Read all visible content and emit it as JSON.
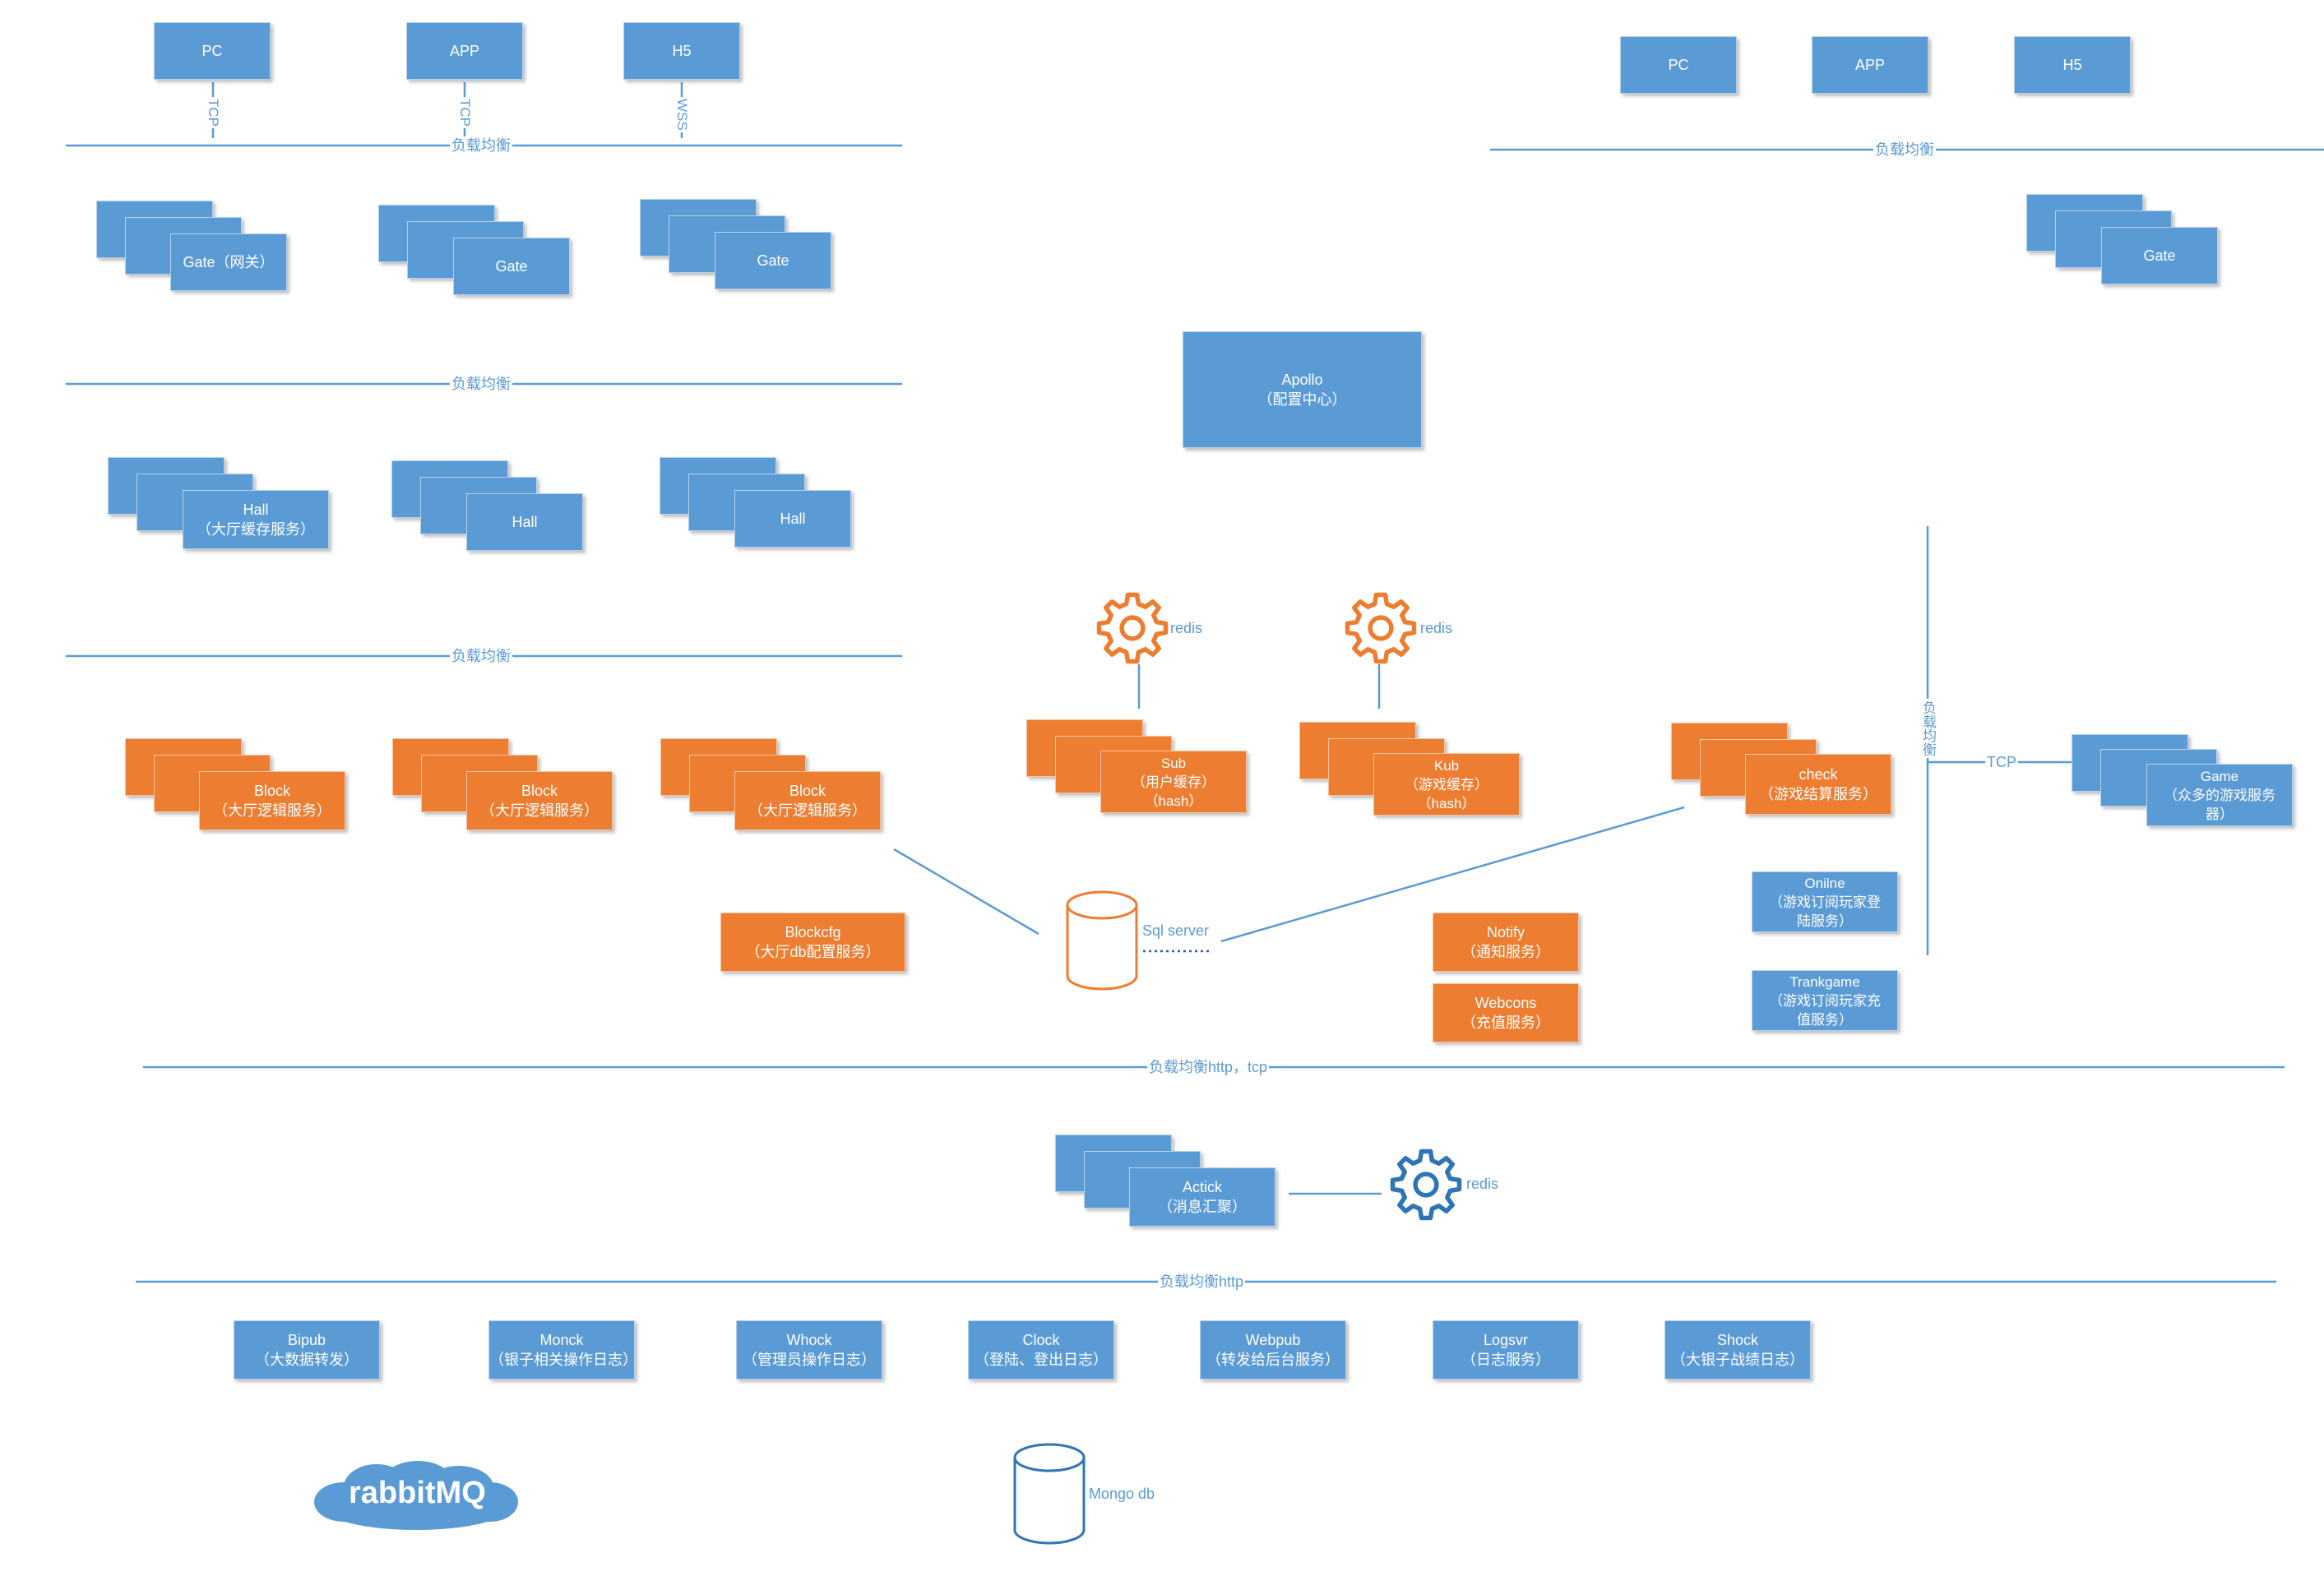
{
  "clients_left": {
    "pc": "PC",
    "app": "APP",
    "h5": "H5"
  },
  "clients_right": {
    "pc": "PC",
    "app": "APP",
    "h5": "H5"
  },
  "protocols": {
    "tcp_pc": "TCP",
    "tcp_app": "TCP",
    "wss_h5": "WSS",
    "tcp_game": "TCP"
  },
  "load_balance": {
    "lb1": "负载均衡",
    "lb2": "负载均衡",
    "lb3": "负载均衡",
    "lb_right": "负载均衡",
    "lb_vertical": "负载均衡",
    "lb_http_tcp": "负载均衡http，tcp",
    "lb_http": "负载均衡http"
  },
  "gates": {
    "g1": "Gate（网关）",
    "g2": "Gate",
    "g3": "Gate",
    "g_right": "Gate"
  },
  "halls": {
    "h1": "Hall\n（大厅缓存服务）",
    "h2": "Hall",
    "h3": "Hall"
  },
  "apollo": "Apollo\n（配置中心）",
  "blocks": {
    "b1": "Block\n（大厅逻辑服务）",
    "b2": "Block\n（大厅逻辑服务）",
    "b3": "Block\n（大厅逻辑服务）"
  },
  "blockcfg": "Blockcfg\n（大厅db配置服务）",
  "redis": {
    "r1": "redis",
    "r2": "redis",
    "r3": "redis"
  },
  "sub": "Sub\n（用户缓存）\n（hash）",
  "kub": "Kub\n（游戏缓存）\n（hash）",
  "sqlserver": "Sql server",
  "check": "check\n（游戏结算服务）",
  "notify": "Notify\n（通知服务）",
  "webcons": "Webcons\n（充值服务）",
  "online": "Onilne\n（游戏订阅玩家登\n陆服务）",
  "trankgame": "Trankgame\n（游戏订阅玩家充\n值服务）",
  "game": "Game\n（众多的游戏服务\n器）",
  "actick": "Actick\n（消息汇聚）",
  "bottom_services": {
    "bipub": "Bipub\n（大数据转发）",
    "monck": "Monck\n（银子相关操作日志）",
    "whock": "Whock\n（管理员操作日志）",
    "clock": "Clock\n（登陆、登出日志）",
    "webpub": "Webpub\n（转发给后台服务）",
    "logsvr": "Logsvr\n（日志服务）",
    "shock": "Shock\n（大银子战绩日志）"
  },
  "mongodb": "Mongo db",
  "rabbitmq": "rabbitMQ",
  "colors": {
    "blue": "#5b9bd5",
    "orange": "#ed7d31",
    "line": "#5b9bd5"
  }
}
